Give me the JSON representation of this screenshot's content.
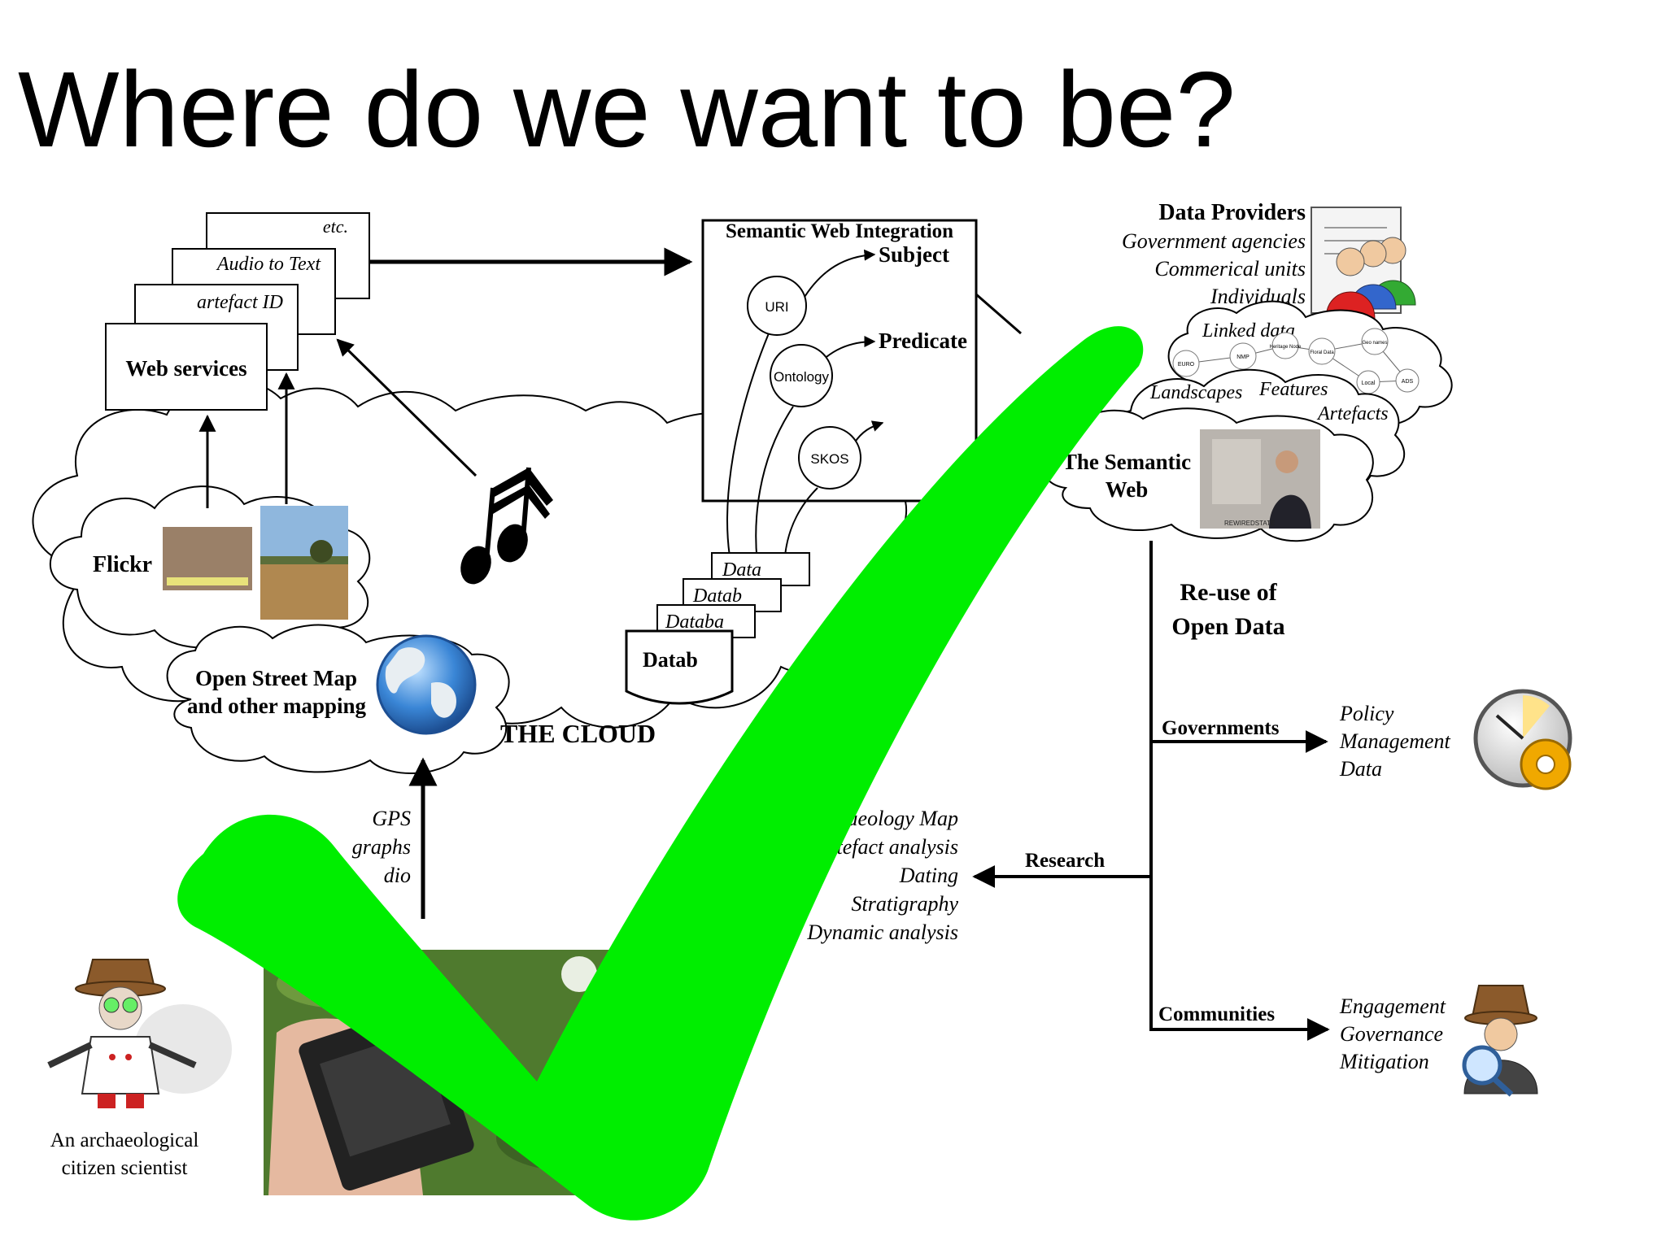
{
  "title": "Where do we want to be?",
  "web_services": {
    "cards": [
      "etc.",
      "Audio to Text",
      "artefact ID"
    ],
    "front_label": "Web services"
  },
  "cloud": {
    "label": "THE CLOUD",
    "flickr": "Flickr",
    "osm_line1": "Open Street Map",
    "osm_line2": "and other mapping"
  },
  "semantic_integration": {
    "title": "Semantic Web Integration",
    "nodes": [
      "URI",
      "Ontology",
      "SKOS"
    ],
    "targets": [
      "Subject",
      "Predicate"
    ]
  },
  "databases": [
    "Data",
    "Datab",
    "Databa",
    "Datab"
  ],
  "data_providers": {
    "title": "Data Providers",
    "items": [
      "Government agencies",
      "Commerical units",
      "Individuals"
    ]
  },
  "semantic_web_cloud": {
    "linked_data": "Linked data",
    "mini_nodes": [
      "EURO",
      "NMP",
      "Heritage Node",
      "Floral Data",
      "Geo names",
      "Local",
      "ADS"
    ],
    "layers": [
      "Landscapes",
      "Features",
      "Artefacts"
    ],
    "label_line1": "The Semantic",
    "label_line2": "Web",
    "photo_caption": "REWIREDSTATE"
  },
  "reuse": {
    "line1": "Re-use of",
    "line2": "Open Data"
  },
  "branches": {
    "governments": {
      "label": "Governments",
      "items": [
        "Policy",
        "Management",
        "Data"
      ]
    },
    "research": {
      "label": "Research",
      "items": [
        "Archaeology Map",
        "Artefact analysis",
        "Dating",
        "Stratigraphy",
        "Dynamic analysis"
      ]
    },
    "communities": {
      "label": "Communities",
      "items": [
        "Engagement",
        "Governance",
        "Mitigation"
      ]
    }
  },
  "upload": {
    "items": [
      "GPS",
      "graphs",
      "dio"
    ]
  },
  "citizen": {
    "line1": "An archaeological",
    "line2": "citizen scientist"
  },
  "colors": {
    "checkmark": "#00ee00",
    "user_red": "#dd2222",
    "user_green": "#33aa33",
    "user_blue": "#3366cc",
    "gear": "#f0a800",
    "globe": "#2f6fc4",
    "hat": "#8b5a2b"
  }
}
